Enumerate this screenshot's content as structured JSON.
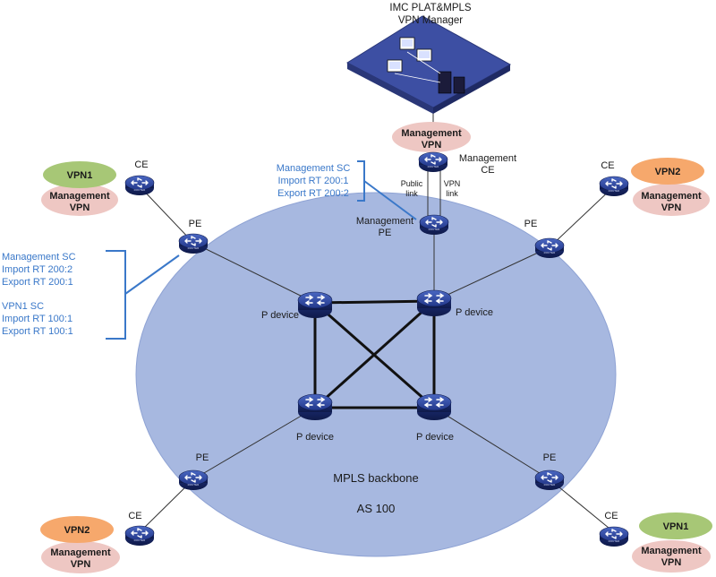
{
  "header": {
    "title_line1": "IMC PLAT&MPLS",
    "title_line2": "VPN Manager"
  },
  "backbone": {
    "label": "MPLS backbone",
    "as_label": "AS 100",
    "fill_color": "#a7b8e0"
  },
  "colors": {
    "vpn1": "#a7c776",
    "vpn2": "#f6a86c",
    "management": "#eec7c3",
    "sc_text": "#3a78c9",
    "platform": "#3d4fa3"
  },
  "management_cloud": {
    "line1": "Management",
    "line2": "VPN"
  },
  "management_ce": {
    "line1": "Management",
    "line2": "CE"
  },
  "management_pe": {
    "line1": "Management",
    "line2": "PE"
  },
  "links": {
    "public_line1": "Public",
    "public_line2": "link",
    "vpn_line1": "VPN",
    "vpn_line2": "link"
  },
  "top_sc": {
    "line1": "Management SC",
    "line2": "Import RT 200:1",
    "line3": "Export RT 200:2"
  },
  "left_sc": {
    "line1": "Management SC",
    "line2": "Import RT  200:2",
    "line3": "Export RT  200:1",
    "line4": "VPN1 SC",
    "line5": "Import RT 100:1",
    "line6": "Export RT 100:1"
  },
  "sites": {
    "top_left": {
      "vpn": "VPN1",
      "mgmt_line1": "Management",
      "mgmt_line2": "VPN",
      "ce": "CE",
      "pe": "PE"
    },
    "top_right": {
      "vpn": "VPN2",
      "mgmt_line1": "Management",
      "mgmt_line2": "VPN",
      "ce": "CE",
      "pe": "PE"
    },
    "bottom_left": {
      "vpn": "VPN2",
      "mgmt_line1": "Management",
      "mgmt_line2": "VPN",
      "ce": "CE",
      "pe": "PE"
    },
    "bottom_right": {
      "vpn": "VPN1",
      "mgmt_line1": "Management",
      "mgmt_line2": "VPN",
      "ce": "CE",
      "pe": "PE"
    }
  },
  "p_devices": {
    "label": "P device"
  },
  "icons": {
    "router": "router-icon",
    "workstation": "workstation-icon"
  }
}
